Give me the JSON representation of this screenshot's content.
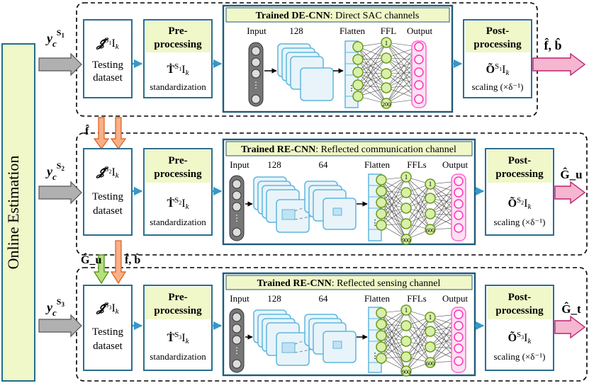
{
  "online_label": "Online Estimation",
  "stages": [
    {
      "input": "y_c^{S1}",
      "testing_top": "𝓙̇^{S1}I_k",
      "testing_bottom_1": "Testing",
      "testing_bottom_2": "dataset",
      "pre_title_1": "Pre-",
      "pre_title_2": "processing",
      "pre_symbol": "Ṫ^{S1}I_k",
      "pre_desc": "standardization",
      "cnn_title_bold": "Trained DE-CNN",
      "cnn_title_rest": ": Direct SAC channels",
      "cnn_labels": [
        "Input",
        "128",
        "Flatten",
        "FFL",
        "Output"
      ],
      "cnn_node_labels": [
        "1",
        "200"
      ],
      "post_title_1": "Post-",
      "post_title_2": "processing",
      "post_symbol": "Õ^{S1}I_k",
      "post_desc": "scaling (×δ⁻¹)",
      "output": "f̂, b̂"
    },
    {
      "input": "y_c^{S2}",
      "testing_top": "𝓙̇^{S2}I_k",
      "testing_bottom_1": "Testing",
      "testing_bottom_2": "dataset",
      "pre_title_1": "Pre-",
      "pre_title_2": "processing",
      "pre_symbol": "Ṫ^{S2}I_k",
      "pre_desc": "standardization",
      "cnn_title_bold": "Trained RE-CNN",
      "cnn_title_rest": ": Reflected communication channel",
      "cnn_labels": [
        "Input",
        "128",
        "64",
        "Flatten",
        "FFLs",
        "Output"
      ],
      "cnn_node_labels": [
        "1",
        "900",
        "1",
        "600"
      ],
      "post_title_1": "Post-",
      "post_title_2": "processing",
      "post_symbol": "Õ^{S2}I_k",
      "post_desc": "scaling (×δ⁻¹)",
      "output": "Ĝ_u"
    },
    {
      "input": "y_c^{S3}",
      "testing_top": "𝓙̇^{S3}I_k",
      "testing_bottom_1": "Testing",
      "testing_bottom_2": "dataset",
      "pre_title_1": "Pre-",
      "pre_title_2": "processing",
      "pre_symbol": "Ṫ^{S3}I_k",
      "pre_desc": "standardization",
      "cnn_title_bold": "Trained RE-CNN",
      "cnn_title_rest": ": Reflected sensing channel",
      "cnn_labels": [
        "Input",
        "128",
        "64",
        "Flatten",
        "FFLs",
        "Output"
      ],
      "cnn_node_labels": [
        "1",
        "900",
        "1",
        "600"
      ],
      "post_title_1": "Post-",
      "post_title_2": "processing",
      "post_symbol": "Õ^{S3}I_k",
      "post_desc": "scaling (×δ⁻¹)",
      "output": "Ĝ_t"
    }
  ],
  "feed_labels": {
    "f_to_stage2": "f̂",
    "gu_to_stage3": "Ĝ_u",
    "fb_to_stage3": "f̂, b̂"
  },
  "colors": {
    "panel_fill": "#f0f7c8",
    "panel_border": "#1f6f8b",
    "box_border": "#2a6f8f",
    "arrow_blue": "#3399cc",
    "gray_arrow": "#b0b0b0",
    "pink_arrow": "#f5b6d0",
    "orange_arrow": "#f7b08a",
    "green_arrow": "#b7e07a",
    "neuron_green": "#9acd32",
    "output_magenta": "#ff66cc",
    "flatten_blue": "#5fb6dd"
  }
}
